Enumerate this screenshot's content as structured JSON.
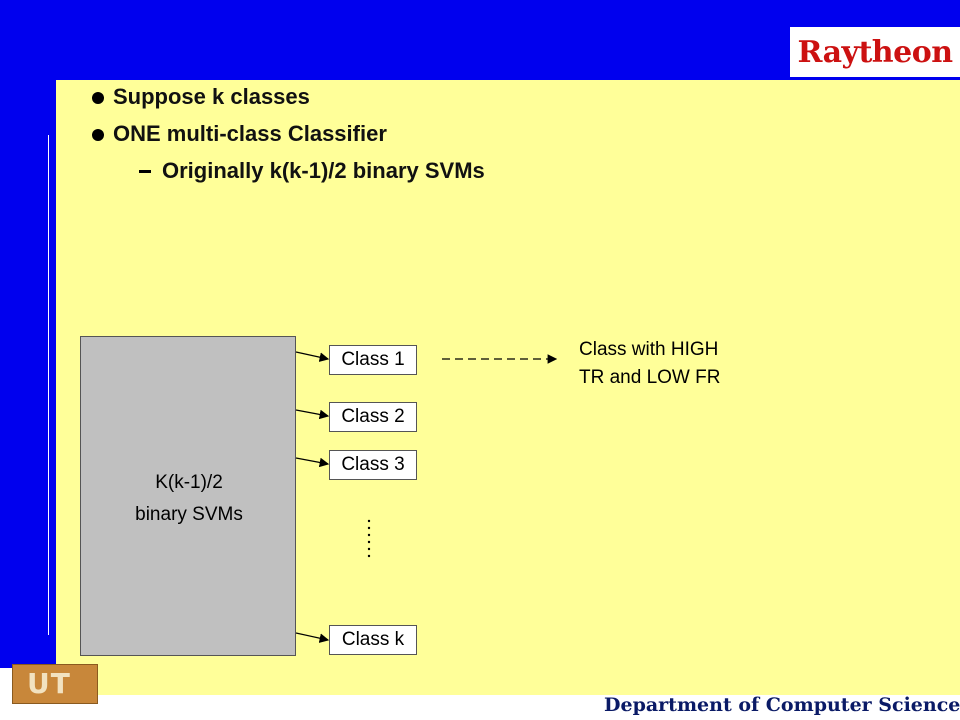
{
  "logo": {
    "text": "Raytheon"
  },
  "bullets": [
    {
      "text": "Suppose k classes"
    },
    {
      "text": "ONE multi-class Classifier"
    }
  ],
  "sub_bullet": {
    "marker": "-",
    "text": "Originally k(k-1)/2 binary SVMs"
  },
  "diagram": {
    "svm_box": {
      "line1": "K(k-1)/2",
      "line2": "binary SVMs"
    },
    "classes": [
      "Class 1",
      "Class 2",
      "Class 3",
      "Class k"
    ],
    "result": {
      "line1": "Class with HIGH",
      "line2": "TR and LOW FR"
    }
  },
  "footer": {
    "ut_logo": "UT",
    "department": "Department of Computer Science"
  },
  "colors": {
    "frame_blue": "#0000ee",
    "panel_yellow": "#ffff99",
    "box_gray": "#c0c0c0",
    "logo_red": "#cc1111"
  }
}
